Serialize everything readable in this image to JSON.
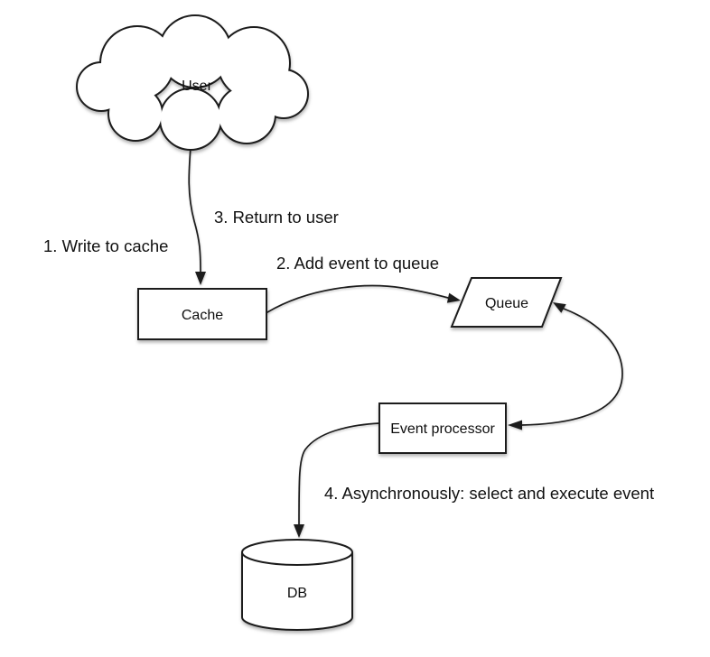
{
  "diagram": {
    "background_color": "#ffffff",
    "stroke_color": "#1c1c1c",
    "text_color": "#111111",
    "nodes": {
      "user": {
        "label": "User",
        "shape": "cloud"
      },
      "cache": {
        "label": "Cache",
        "shape": "rectangle"
      },
      "queue": {
        "label": "Queue",
        "shape": "parallelogram"
      },
      "event_processor": {
        "label": "Event processor",
        "shape": "rectangle"
      },
      "db": {
        "label": "DB",
        "shape": "cylinder"
      }
    },
    "edge_labels": {
      "step1": "1. Write to cache",
      "step2": "2. Add event to queue",
      "step3": "3. Return to user",
      "step4": "4. Asynchronously: select and execute event"
    },
    "edges": [
      {
        "from": "user",
        "to": "cache",
        "style": "arrow"
      },
      {
        "from": "cache",
        "to": "queue",
        "style": "arrow"
      },
      {
        "from": "queue",
        "to": "event_processor",
        "style": "double-arrow"
      },
      {
        "from": "event_processor",
        "to": "db",
        "style": "arrow"
      }
    ]
  }
}
